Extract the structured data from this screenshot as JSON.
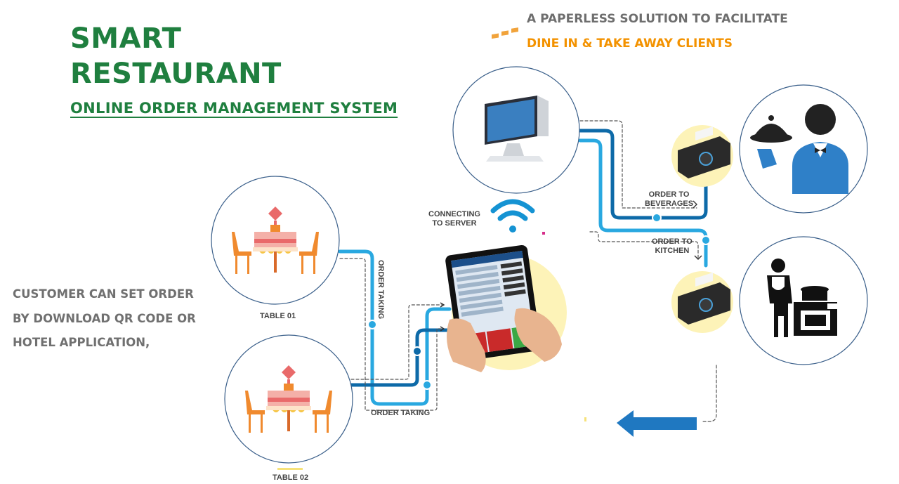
{
  "header": {
    "title_line1": "SMART",
    "title_line2": "RESTAURANT",
    "subtitle": "ONLINE ORDER MANAGEMENT SYSTEM"
  },
  "tagline": {
    "line1": "A PAPERLESS SOLUTION TO FACILITATE",
    "line2": "DINE IN & TAKE AWAY CLIENTS"
  },
  "customer_note": {
    "line1": "CUSTOMER CAN SET ORDER",
    "line2": "BY DOWNLOAD QR CODE OR",
    "line3": "HOTEL APPLICATION,"
  },
  "flow": {
    "table1": "TABLE 01",
    "table2": "TABLE 02",
    "order_taking_1": "ORDER TAKING",
    "order_taking_2": "ORDER TAKING",
    "connecting_line1": "CONNECTING",
    "connecting_line2": "TO SERVER",
    "beverages_line1": "ORDER TO",
    "beverages_line2": "BEVERAGES",
    "kitchen_line1": "ORDER TO",
    "kitchen_line2": "KITCHEN"
  },
  "colors": {
    "title_green": "#1f7f3f",
    "tagline_orange": "#f39200",
    "tagline_gray": "#6e6e6e",
    "flow_light_blue": "#29a8e0",
    "flow_dark_blue": "#0d6aa8",
    "printer_halo": "#fdf3b8",
    "waiter_blue": "#2f80c8"
  },
  "icons": [
    "table-icon",
    "tablet-icon",
    "wifi-icon",
    "pos-terminal-icon",
    "printer-icon",
    "waiter-icon",
    "chef-icon",
    "arrow-left-icon"
  ]
}
